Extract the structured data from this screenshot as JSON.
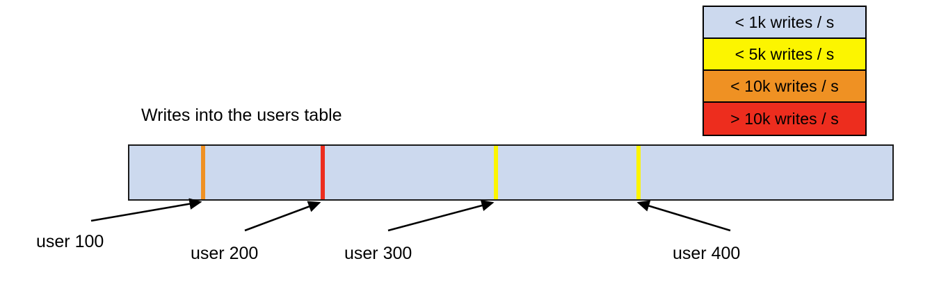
{
  "chart_data": {
    "type": "bar",
    "title": "Writes into the users table",
    "orientation": "horizontal-range",
    "description": "A single horizontal range bar representing the users table keyspace, shaded by write rate, with colored partition-boundary stripes annotated by user id.",
    "xlabel": "",
    "ylabel": "",
    "grid": false,
    "legend_position": "top-right",
    "base_band_color": "#ccd9ee",
    "base_band_legend": "< 1k writes / s",
    "categories": [
      "user 100",
      "user 200",
      "user 300",
      "user 400"
    ],
    "values": [
      "< 10k writes / s",
      "> 10k writes / s",
      "< 5k writes / s",
      "< 5k writes / s"
    ],
    "annotations": [
      {
        "label": "user 100",
        "color_bucket": "< 10k writes / s",
        "color": "#ef9123"
      },
      {
        "label": "user 200",
        "color_bucket": "> 10k writes / s",
        "color": "#ed2d1e"
      },
      {
        "label": "user 300",
        "color_bucket": "< 5k writes / s",
        "color": "#fcf500"
      },
      {
        "label": "user 400",
        "color_bucket": "< 5k writes / s",
        "color": "#fcf500"
      }
    ],
    "legend": [
      {
        "label": "< 1k writes / s",
        "color": "#ccd9ee"
      },
      {
        "label": "< 5k writes / s",
        "color": "#fcf500"
      },
      {
        "label": "< 10k writes / s",
        "color": "#ef9123"
      },
      {
        "label": "> 10k writes / s",
        "color": "#ed2d1e"
      }
    ]
  },
  "legend": {
    "rows": [
      {
        "label": "< 1k writes / s",
        "color": "#ccd9ee"
      },
      {
        "label": "< 5k writes / s",
        "color": "#fcf500"
      },
      {
        "label": "< 10k writes / s",
        "color": "#ef9123"
      },
      {
        "label": "> 10k writes / s",
        "color": "#ed2d1e"
      }
    ]
  },
  "chart": {
    "title": "Writes into the users table",
    "band_color": "#ccd9ee",
    "border_color": "#1a1a1a",
    "stripes": [
      {
        "name": "user-100",
        "color": "#ef9123"
      },
      {
        "name": "user-200",
        "color": "#ed2d1e"
      },
      {
        "name": "user-300",
        "color": "#fcf500"
      },
      {
        "name": "user-400",
        "color": "#fcf500"
      }
    ],
    "callouts": [
      {
        "label": "user 100"
      },
      {
        "label": "user 200"
      },
      {
        "label": "user 300"
      },
      {
        "label": "user 400"
      }
    ]
  }
}
